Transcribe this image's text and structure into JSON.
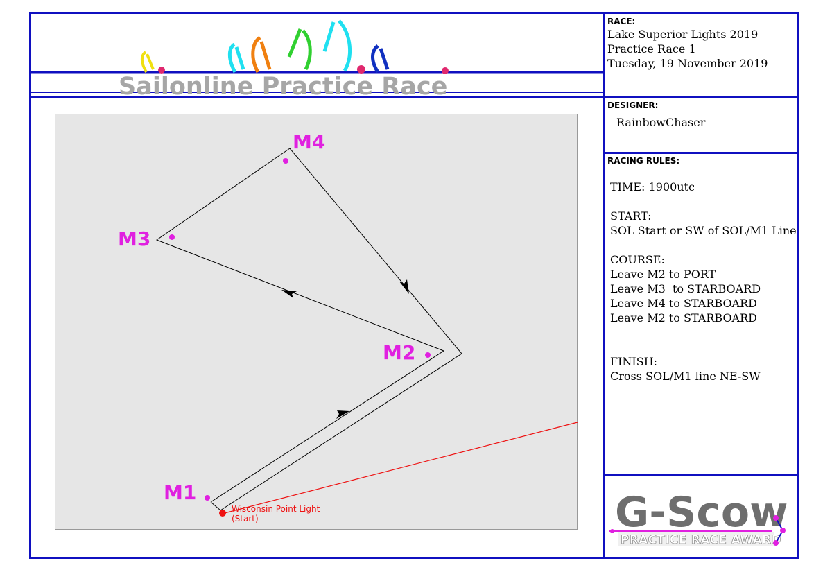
{
  "banner": {
    "title": "Sailonline Practice Race",
    "colors": {
      "rule": "#1010c0",
      "title": "#a6a6a6",
      "accent": "#e0286e"
    }
  },
  "race": {
    "label": "RACE:",
    "line1": "Lake Superior Lights 2019",
    "line2": "Practice Race 1",
    "line3": "Tuesday, 19 November 2019"
  },
  "designer": {
    "label": "DESIGNER:",
    "name": "RainbowChaser"
  },
  "rules": {
    "label": "RACING RULES:",
    "time": "TIME: 1900utc",
    "start_heading": "START:",
    "start_text": "SOL Start or SW of SOL/M1 Line",
    "course_heading": "COURSE:",
    "course_items": [
      "Leave M2 to PORT",
      "Leave M3  to STARBOARD",
      "Leave M4 to STARBOARD",
      "Leave M2 to STARBOARD"
    ],
    "finish_heading": "FINISH:",
    "finish_text": "Cross SOL/M1 line NE-SW"
  },
  "award": {
    "title": "G-Scow",
    "subtitle": "PRACTICE RACE AWARD"
  },
  "map": {
    "marks": [
      "M1",
      "M2",
      "M3",
      "M4"
    ],
    "start_label_1": "Wisconsin Point Light",
    "start_label_2": "(Start)",
    "colors": {
      "mark": "#e020e0",
      "start": "#ee1111",
      "route": "#000000",
      "background": "#e6e6e6"
    }
  }
}
